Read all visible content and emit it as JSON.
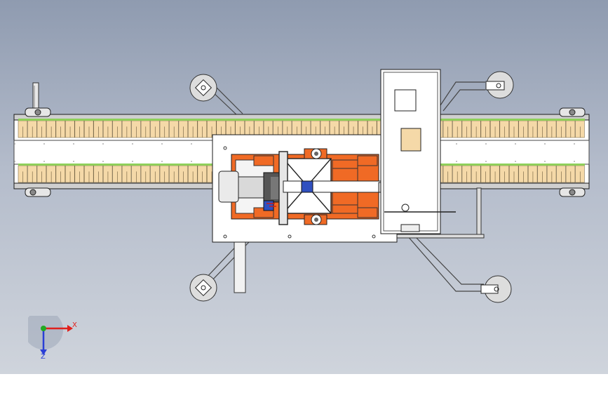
{
  "triad": {
    "x_label": "X",
    "z_label": "Z",
    "x_color": "#e0201c",
    "y_color": "#22aa22",
    "z_color": "#2a3fd6"
  },
  "colors": {
    "frame_fill": "#ffffff",
    "chain_link": "#f5d9a8",
    "chain_tooth": "#e8c48c",
    "motor_orange": "#f06a25",
    "motor_blue": "#3050c0",
    "outline": "#1a1a1a",
    "foot_pad": "#dddddd"
  },
  "chain": {
    "upper_link_count": 60,
    "lower_link_count": 60
  }
}
